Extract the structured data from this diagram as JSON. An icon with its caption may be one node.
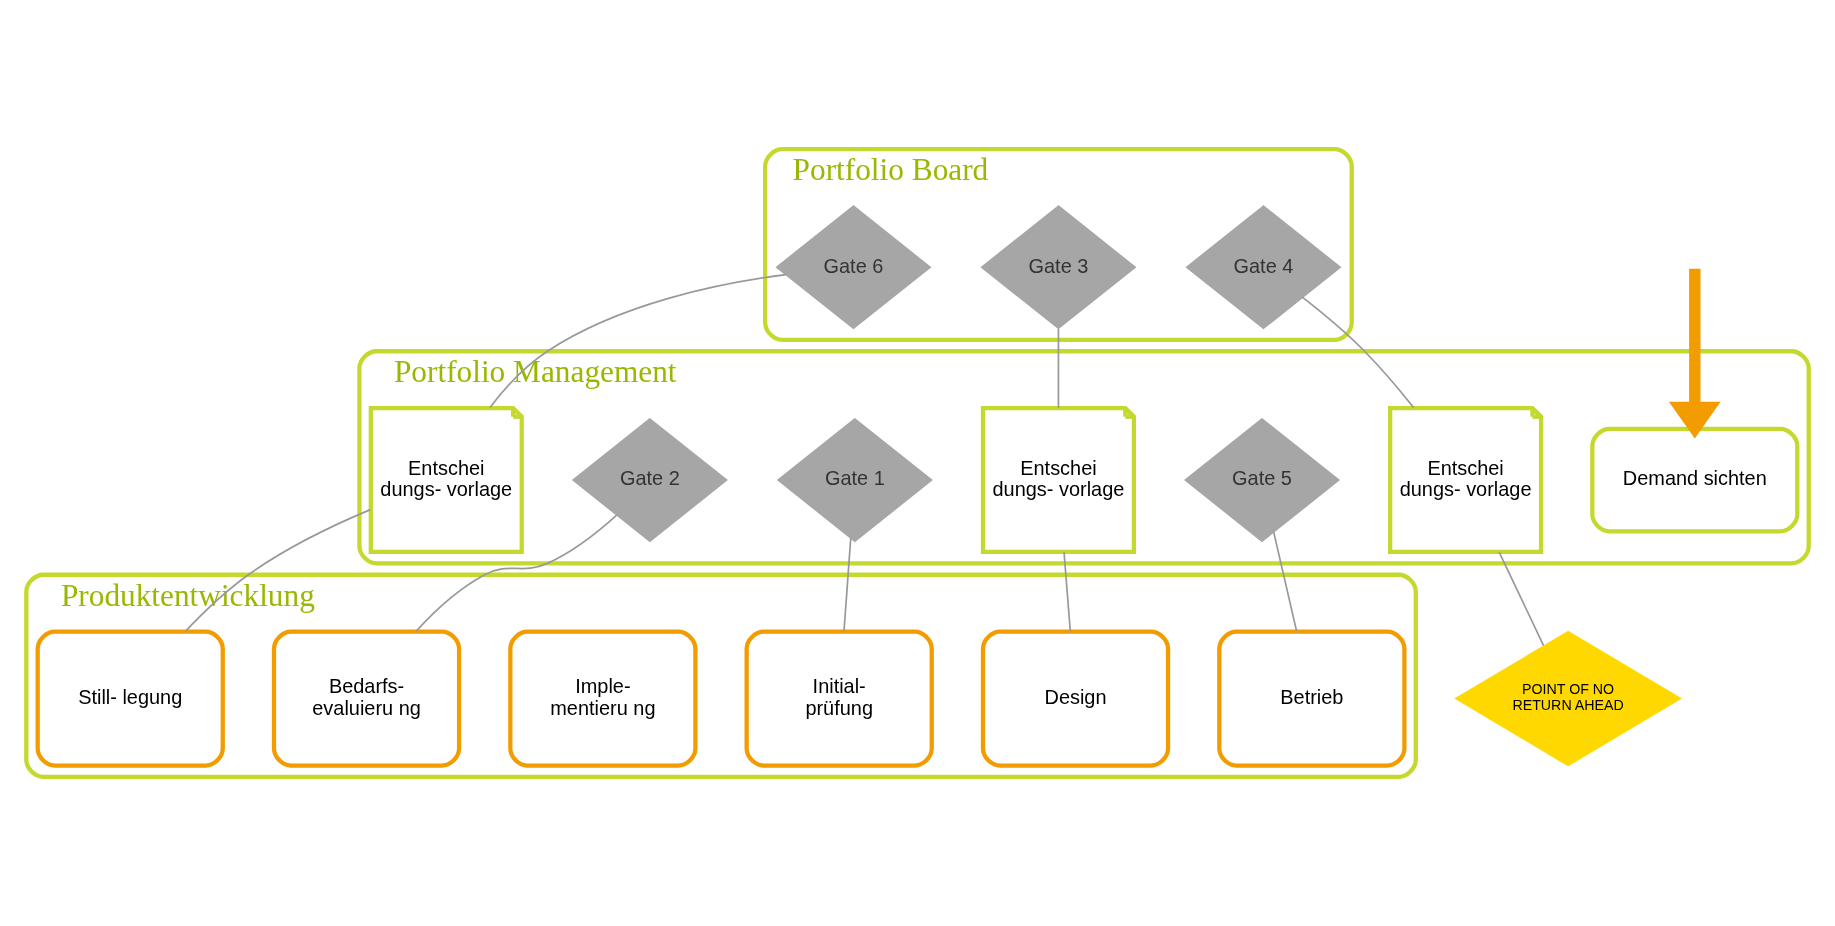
{
  "diagram": {
    "nodes": [
      {
        "text": [
          "Portfolio Board"
        ]
      },
      {
        "text": [
          "Gate 3"
        ],
        "in": 0
      },
      {
        "text": [
          "Gate 4"
        ],
        "in": 0
      },
      {
        "text": [
          "Gate 6"
        ],
        "in": 0
      },
      {
        "text": [
          "Portfolio Management"
        ]
      },
      {
        "text": [
          "Demand sichten"
        ],
        "in": 4
      },
      {
        "text": [
          "Gate 1"
        ],
        "in": 4
      },
      {
        "text": [
          "Gate 2"
        ],
        "in": 4
      },
      {
        "text": [
          "Entschei dungs- vorlage"
        ],
        "in": 4
      },
      {
        "text": [
          "Entschei dungs- vorlage"
        ],
        "in": 4
      },
      {
        "text": [
          "Gate 5"
        ],
        "in": 4
      },
      {
        "text": [
          "Entschei dungs- vorlage"
        ],
        "in": 4
      },
      {
        "text": [
          "Produktentwicklung"
        ]
      },
      {
        "text": [
          "POINT OF NO RETURN AHEAD"
        ]
      },
      {
        "text": [
          "Initial- prüfung"
        ],
        "in": 12
      },
      {
        "text": [
          "Bedarfs- evaluieru ng"
        ],
        "in": 12
      },
      {
        "text": [
          "Design"
        ],
        "in": 12
      },
      {
        "text": [
          "Imple- mentieru ng"
        ],
        "in": 12
      },
      {
        "text": [
          "Betrieb"
        ],
        "in": 12
      },
      {
        "text": [
          "Still- legung"
        ],
        "in": 12
      }
    ],
    "edges": [
      {
        "from": null,
        "to": 5,
        "arrow": "to",
        "style": "thick",
        "color": "#f39c00"
      },
      {
        "from": 1,
        "to": 8,
        "arrow": "none"
      },
      {
        "from": 8,
        "to": 16,
        "arrow": "none"
      },
      {
        "from": 2,
        "to": 9,
        "arrow": "none"
      },
      {
        "from": 9,
        "to": 13,
        "arrow": "none"
      },
      {
        "from": 3,
        "to": 11,
        "arrow": "none"
      },
      {
        "from": 11,
        "to": 19,
        "arrow": "none"
      },
      {
        "from": 6,
        "to": 14,
        "arrow": "none"
      },
      {
        "from": 7,
        "to": 15,
        "arrow": "none"
      },
      {
        "from": 10,
        "to": 18,
        "arrow": "none"
      }
    ]
  }
}
